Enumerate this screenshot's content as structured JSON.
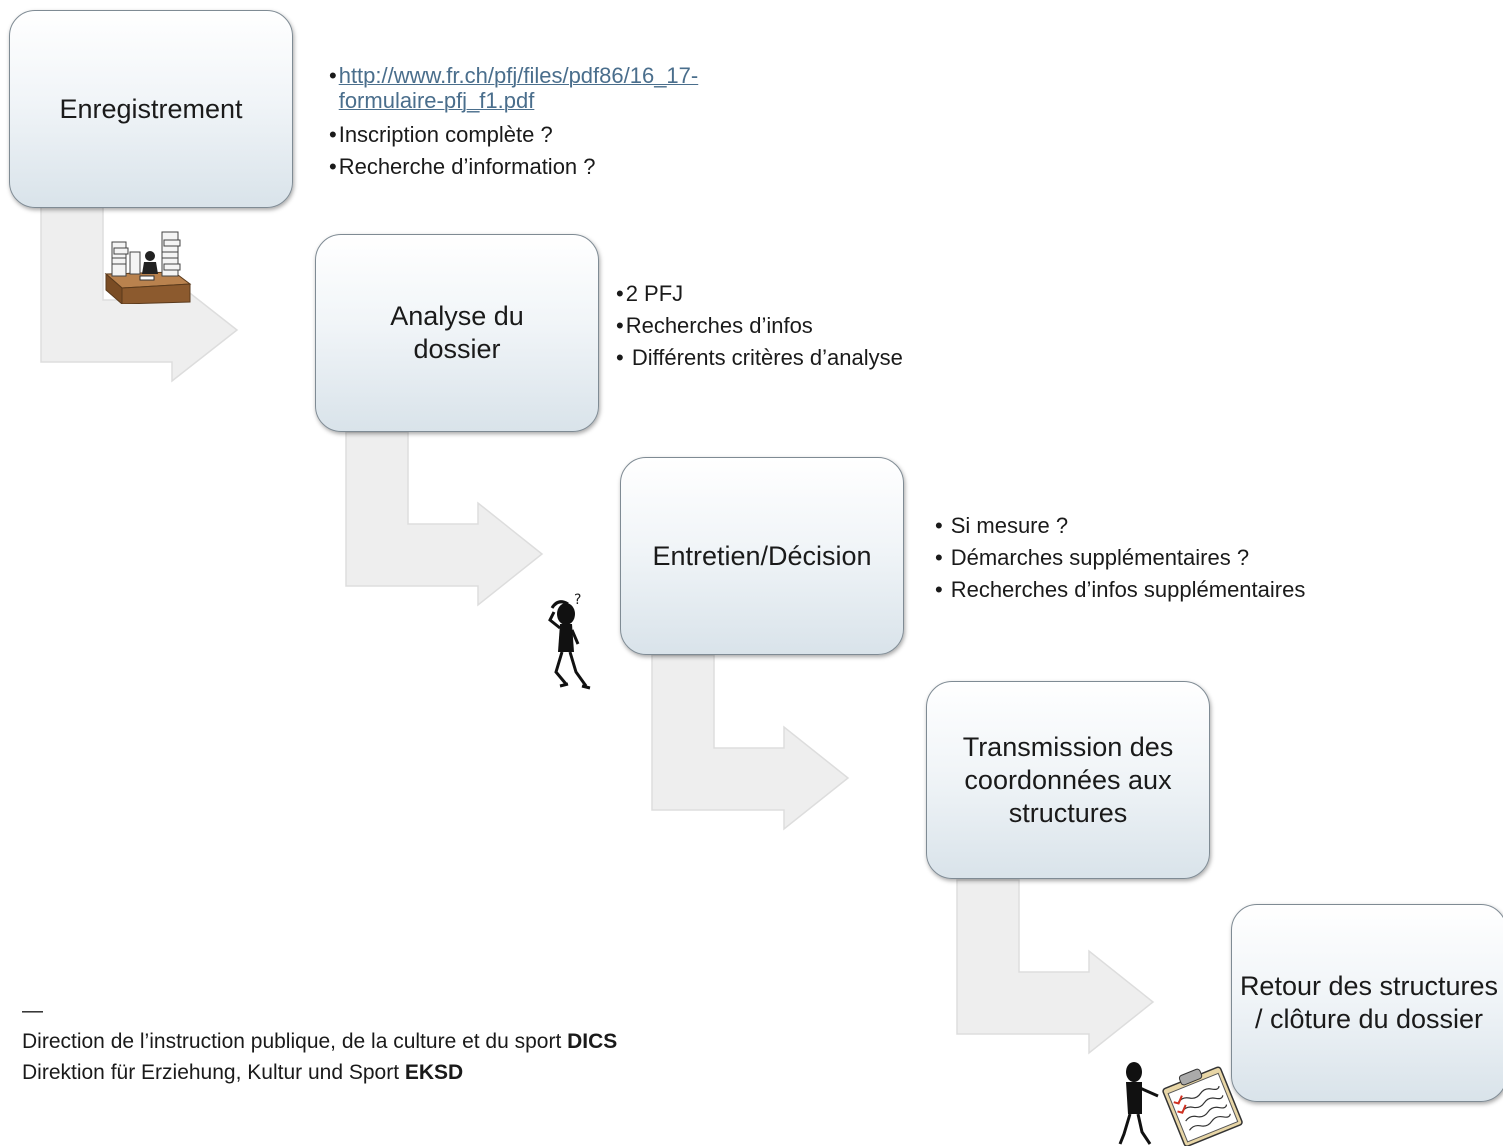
{
  "steps": [
    {
      "label": "Enregistrement"
    },
    {
      "label": "Analyse du\ndossier"
    },
    {
      "label": "Entretien/Décision"
    },
    {
      "label": "Transmission des coordonnées aux structures"
    },
    {
      "label": "Retour des structures / clôture du dossier"
    }
  ],
  "notes": {
    "step1": {
      "link": "http://www.fr.ch/pfj/files/pdf86/16_17-formulaire-pfj_f1.pdf",
      "link_line1": "http://www.fr.ch/pfj/files/pdf86/16_17-",
      "link_line2": "formulaire-pfj_f1.pdf",
      "items": [
        "Inscription complète ?",
        "Recherche d’information ?"
      ]
    },
    "step2": {
      "items": [
        "2 PFJ",
        "Recherches d’infos",
        " Différents critères d’analyse"
      ]
    },
    "step3": {
      "items": [
        "Si mesure ?",
        "Démarches supplémentaires ?",
        "Recherches d’infos supplémentaires"
      ]
    }
  },
  "footer": {
    "dash": "—",
    "line1_text": "Direction de l’instruction publique, de la culture et du sport ",
    "line1_bold": "DICS",
    "line2_text": "Direktion für Erziehung, Kultur und Sport ",
    "line2_bold": "EKSD"
  },
  "icons": [
    "desk-paperwork-icon",
    "thinking-person-icon",
    "clipboard-person-icon"
  ],
  "colors": {
    "box_border": "#7f8b94",
    "arrow_fill": "#eeeeee",
    "link": "#4a6e8c"
  }
}
